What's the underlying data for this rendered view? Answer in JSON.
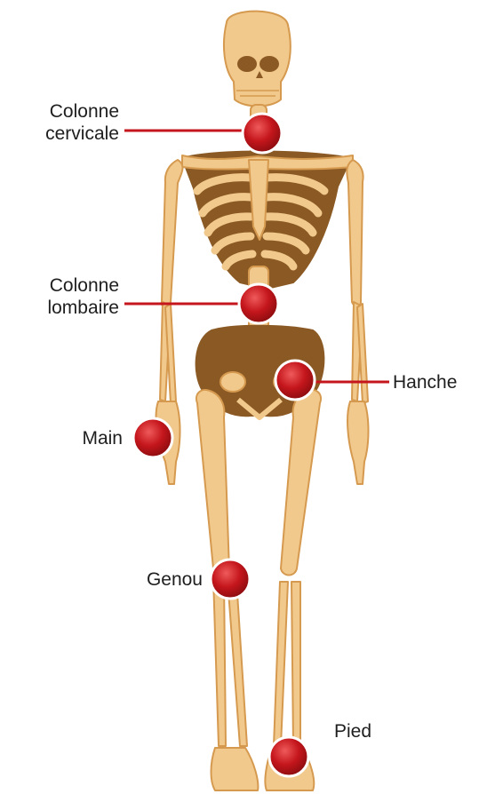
{
  "labels": {
    "cervical": {
      "line1": "Colonne",
      "line2": "cervicale"
    },
    "lumbar": {
      "line1": "Colonne",
      "line2": "lombaire"
    },
    "hip": "Hanche",
    "hand": "Main",
    "knee": "Genou",
    "foot": "Pied"
  },
  "colors": {
    "bone": "#f2c98c",
    "bone_outline": "#d59a4f",
    "cavity": "#8b5a24",
    "marker": "#c4161c",
    "marker_ring": "#ffffff",
    "leader_line": "#c4161c"
  },
  "markers": [
    {
      "id": "cervical",
      "icon": "red-dot"
    },
    {
      "id": "lumbar",
      "icon": "red-dot"
    },
    {
      "id": "hip",
      "icon": "red-dot"
    },
    {
      "id": "hand",
      "icon": "red-dot"
    },
    {
      "id": "knee",
      "icon": "red-dot"
    },
    {
      "id": "foot",
      "icon": "red-dot"
    }
  ]
}
